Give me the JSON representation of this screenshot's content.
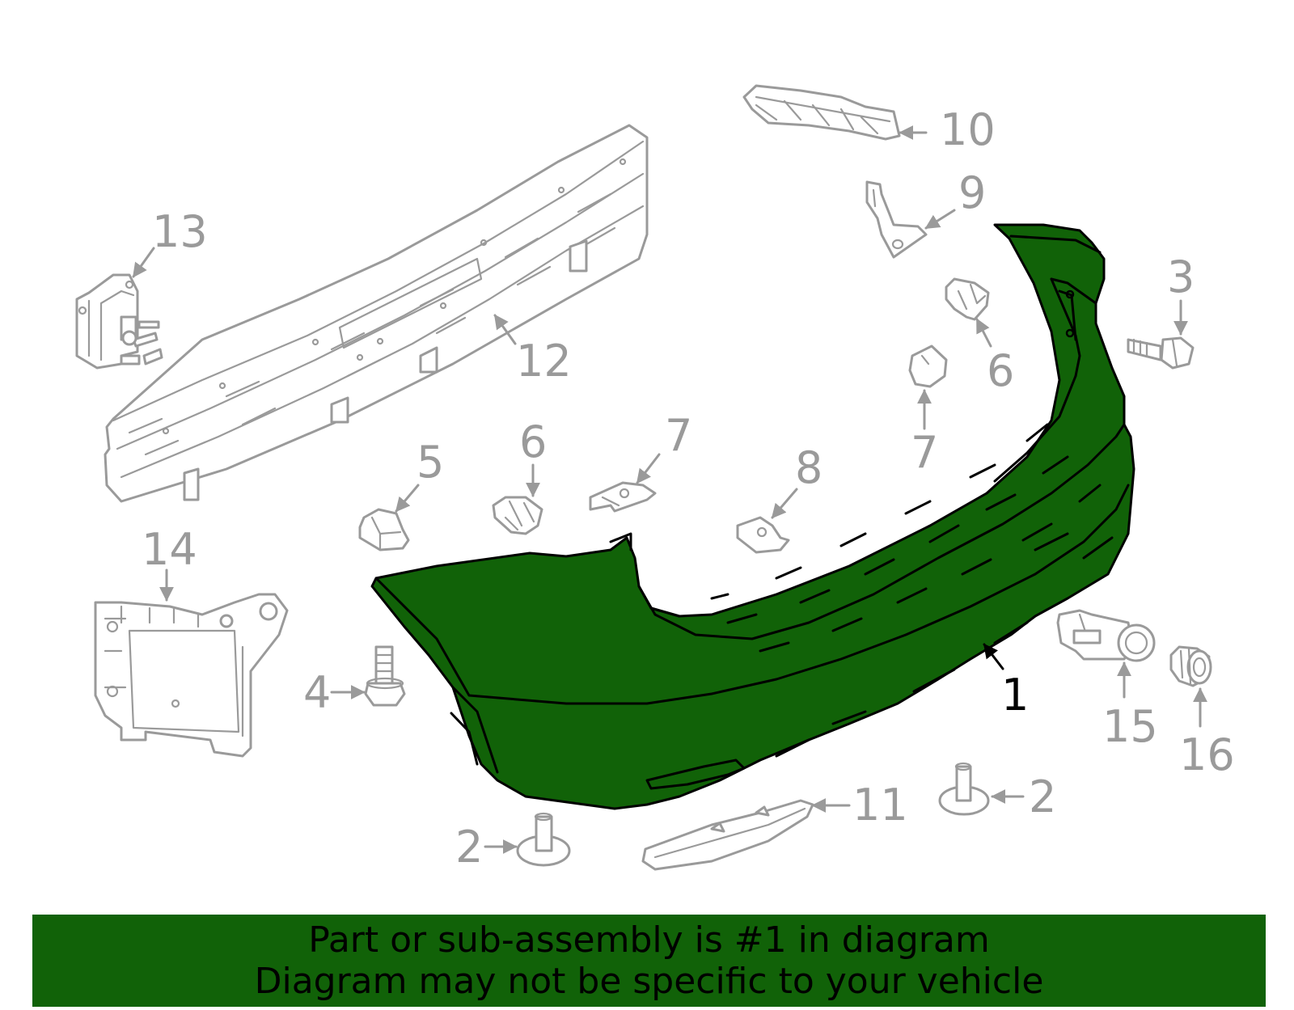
{
  "colors": {
    "highlight": "#116208",
    "part_stroke": "#9a9a9a",
    "main_stroke": "#000000",
    "background": "#ffffff"
  },
  "callouts": {
    "c1": "1",
    "c2a": "2",
    "c2b": "2",
    "c3": "3",
    "c4": "4",
    "c5": "5",
    "c6a": "6",
    "c6b": "6",
    "c7a": "7",
    "c7b": "7",
    "c8": "8",
    "c9": "9",
    "c10": "10",
    "c11": "11",
    "c12": "12",
    "c13": "13",
    "c14": "14",
    "c15": "15",
    "c16": "16"
  },
  "banner": {
    "line1": "Part or sub-assembly is #1 in diagram",
    "line2": "Diagram may not be specific to your vehicle"
  }
}
